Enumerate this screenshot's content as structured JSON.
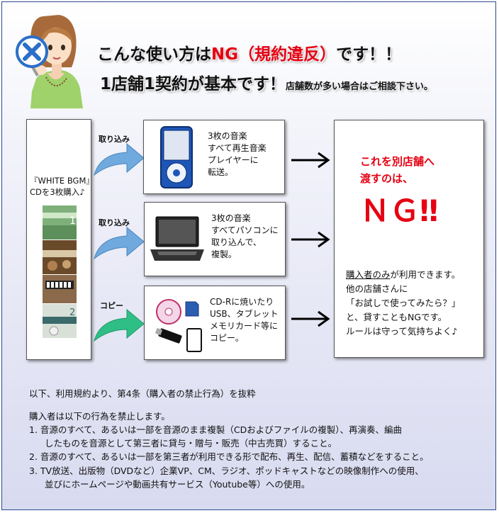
{
  "headline": {
    "line1_a": "こんな使い方は",
    "line1_red": "NG（規約違反）",
    "line1_b": "です！！",
    "line2_a": "1店舗1契約が基本です！",
    "line2_small": "店舗数が多い場合はご相談下さい。"
  },
  "cd_box": {
    "line1": "『WHITE BGM』",
    "line2": "CDを3枚購入♪"
  },
  "arrows": {
    "import1": "取り込み",
    "import2": "取り込み",
    "copy": "コピー"
  },
  "cases": {
    "player": [
      "3枚の音楽",
      "すべて再生音楽",
      "プレイヤーに",
      "転送。"
    ],
    "pc": [
      "3枚の音楽",
      "すべてパソコンに",
      "取り込んで、",
      "複製。"
    ],
    "media": [
      "CD-Rに焼いたり",
      "USB、タブレット",
      "メモリカード等に",
      "コピー。"
    ]
  },
  "ng_box": {
    "title1": "これを別店舗へ",
    "title2": "渡すのは、",
    "big": "ＮＧ‼",
    "buyer_only": "購入者のみ",
    "line1_rest": "が利用できます。",
    "line2": "他の店舗さんに",
    "line3": "「お試しで使ってみたら？」",
    "line4": "と、貸すこともNGです。",
    "line5": "ルールは守って気持ちよく♪"
  },
  "terms": {
    "intro": "以下、利用規約より、第4条（購入者の禁止行為）を抜粋",
    "lead": "購入者は以下の行為を禁止します。",
    "item1a": "1. 音源のすべて、あるいは一部を音源のまま複製（CDおよびファイルの複製）、再演奏、編曲",
    "item1b": "したものを音源として第三者に貸与・贈与・販売（中古売買）すること。",
    "item2": "2. 音源のすべて、あるいは一部を第三者が利用できる形で配布、再生、配信、蓄積などをすること。",
    "item3a": "3. TV放送、出版物（DVDなど）企業VP、CM、ラジオ、ポッドキャストなどの映像制作への使用、",
    "item3b": "並びにホームページや動画共有サービス（Youtube等）への使用。"
  },
  "colors": {
    "ng_red": "#e60012",
    "arrow_blue": "#6fa9de",
    "arrow_green": "#2fbf86",
    "frame_border": "#2a4a8a"
  }
}
